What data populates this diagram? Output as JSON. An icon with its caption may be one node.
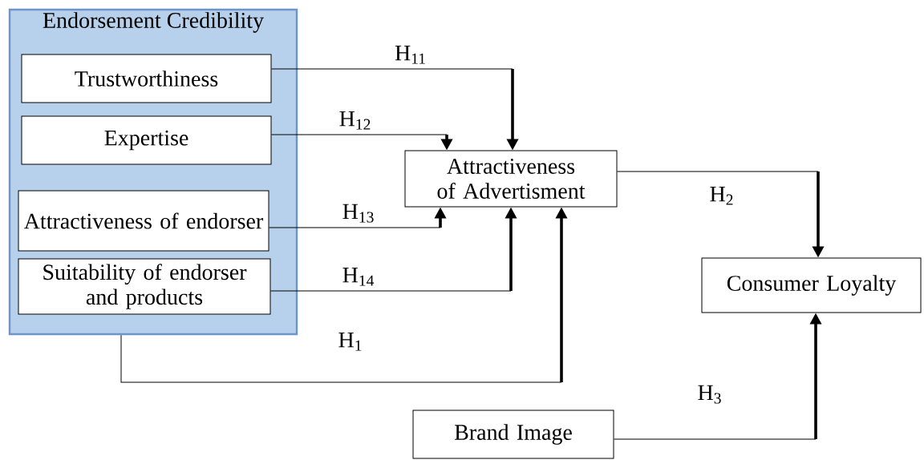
{
  "diagram": {
    "nodes": [
      {
        "text": [
          "Endorsement Credibility"
        ]
      },
      {
        "text": [
          "Trustworthiness"
        ],
        "in": 0
      },
      {
        "text": [
          "Expertise"
        ],
        "in": 0
      },
      {
        "text": [
          "Attractiveness of endorser"
        ],
        "in": 0
      },
      {
        "text": [
          "Suitability of endorser and products"
        ],
        "in": 0
      },
      {
        "text": [
          "Attractiveness of Advertisment"
        ]
      },
      {
        "text": [
          "Consumer Loyalty"
        ]
      },
      {
        "text": [
          "Brand Image"
        ]
      }
    ],
    "edges": [
      {
        "from": 1,
        "to": 5,
        "arrow": "to",
        "label": "H$_{11}$"
      },
      {
        "from": 2,
        "to": 5,
        "arrow": "to",
        "label": "H$_{12}$"
      },
      {
        "from": 3,
        "to": 5,
        "arrow": "to",
        "label": "H$_{13}$"
      },
      {
        "from": 4,
        "to": 5,
        "arrow": "to",
        "label": "H$_{14}$"
      },
      {
        "from": 0,
        "to": 5,
        "arrow": "to",
        "label": "H$_{1}$"
      },
      {
        "from": 5,
        "to": 6,
        "arrow": "to",
        "label": "H$_{2}$"
      },
      {
        "from": 7,
        "to": 6,
        "arrow": "to",
        "label": "H$_{3}$"
      }
    ]
  }
}
